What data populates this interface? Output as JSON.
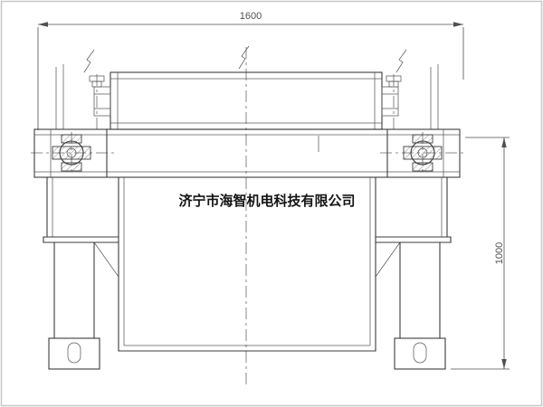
{
  "drawing": {
    "dimensions": {
      "width": "1600",
      "height": "1000"
    },
    "watermark": "济宁市海智机电科技有限公司"
  },
  "palette": {
    "line": "#3d3d3d",
    "line_thin": "#5a5a5a",
    "dim": "#4f4f4f",
    "center": "#6a6a6a",
    "hatch": "#5a5a5a",
    "watermark": "#141414",
    "background": "#ffffff",
    "frame": "#c8c8c8"
  }
}
